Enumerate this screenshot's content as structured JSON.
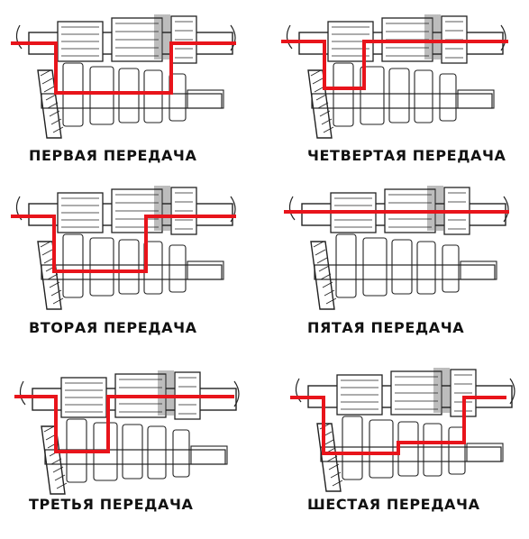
{
  "colors": {
    "power_path": "#e8141b",
    "ink": "#222222",
    "background": "#ffffff"
  },
  "diagrams": [
    {
      "caption": "ПЕРВАЯ ПЕРЕДАЧА"
    },
    {
      "caption": "ЧЕТВЕРТАЯ ПЕРЕДАЧА"
    },
    {
      "caption": "ВТОРАЯ ПЕРЕДАЧА"
    },
    {
      "caption": "ПЯТАЯ ПЕРЕДАЧА"
    },
    {
      "caption": "ТРЕТЬЯ ПЕРЕДАЧА"
    },
    {
      "caption": "ШЕСТАЯ ПЕРЕДАЧА"
    }
  ]
}
